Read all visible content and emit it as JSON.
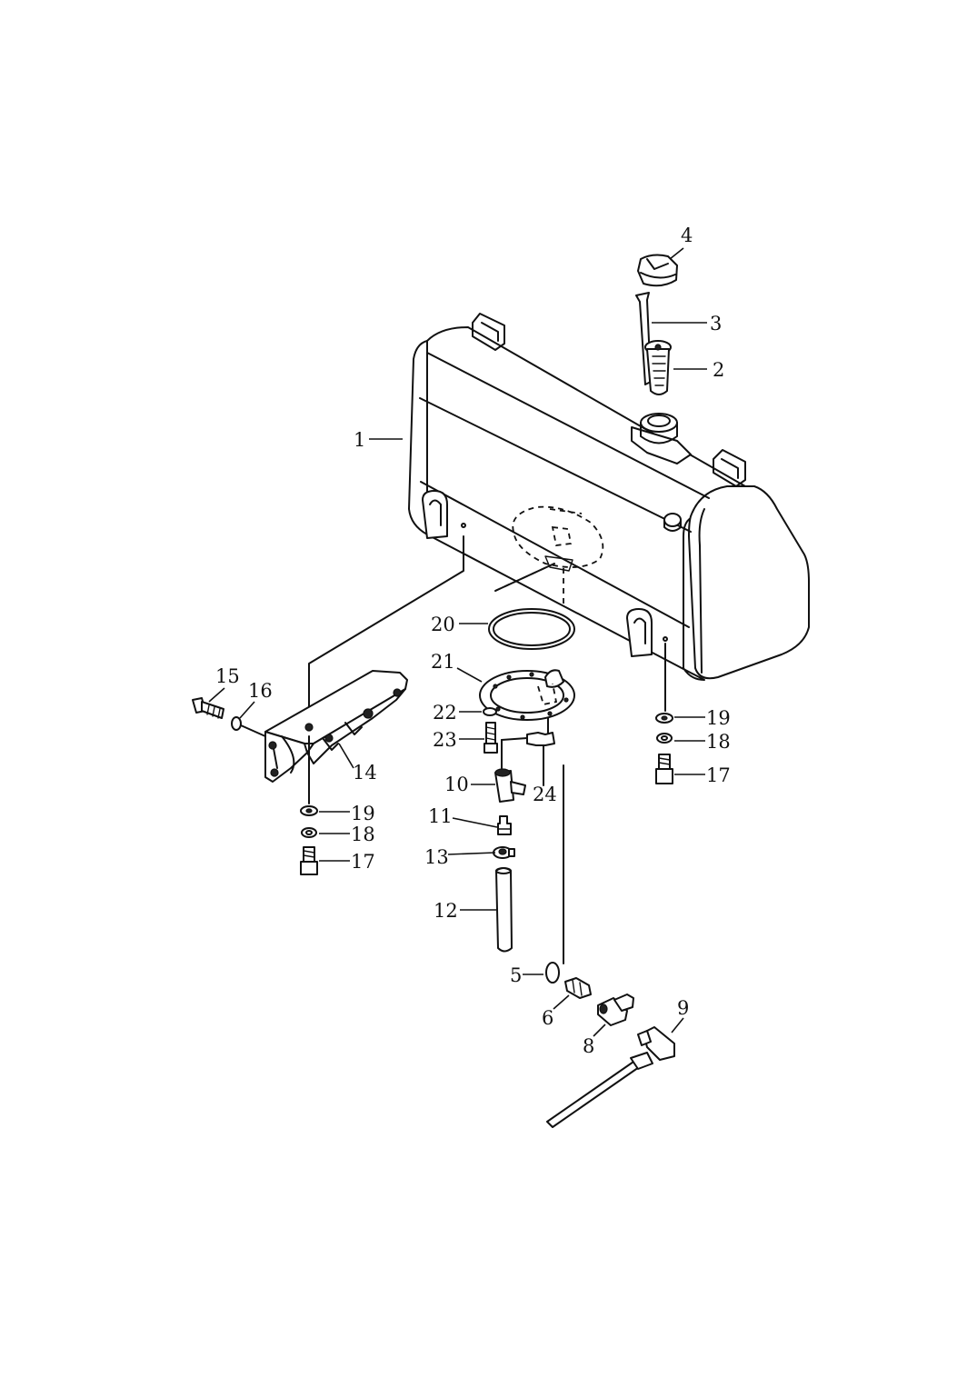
{
  "diagram": {
    "callouts": {
      "c1": "1",
      "c2": "2",
      "c3": "3",
      "c4": "4",
      "c5": "5",
      "c6": "6",
      "c8": "8",
      "c9": "9",
      "c10": "10",
      "c11": "11",
      "c12": "12",
      "c13": "13",
      "c14": "14",
      "c15": "15",
      "c16": "16",
      "c17a": "17",
      "c17b": "17",
      "c18a": "18",
      "c18b": "18",
      "c19a": "19",
      "c19b": "19",
      "c20": "20",
      "c21": "21",
      "c22": "22",
      "c23": "23",
      "c24": "24"
    }
  }
}
